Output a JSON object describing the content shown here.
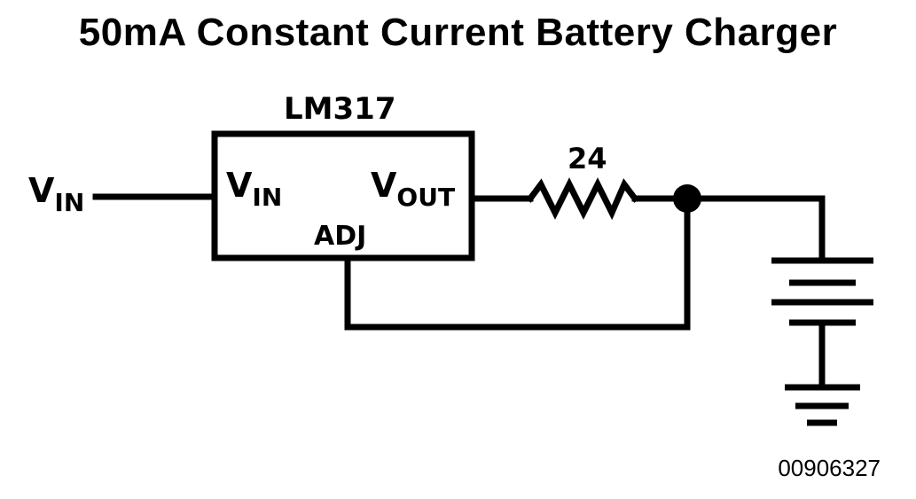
{
  "title": "50mA Constant Current Battery Charger",
  "figure_id": "00906327",
  "regulator": {
    "part": "LM317",
    "pin_in_main": "V",
    "pin_in_sub": "IN",
    "pin_out_main": "V",
    "pin_out_sub": "OUT",
    "pin_adj": "ADJ"
  },
  "input": {
    "label_main": "V",
    "label_sub": "IN"
  },
  "resistor": {
    "value": "24"
  },
  "components": {
    "resistor_icon": "resistor-zigzag",
    "battery_icon": "battery-cells",
    "ground_icon": "ground-symbol",
    "junction_icon": "junction-dot"
  }
}
